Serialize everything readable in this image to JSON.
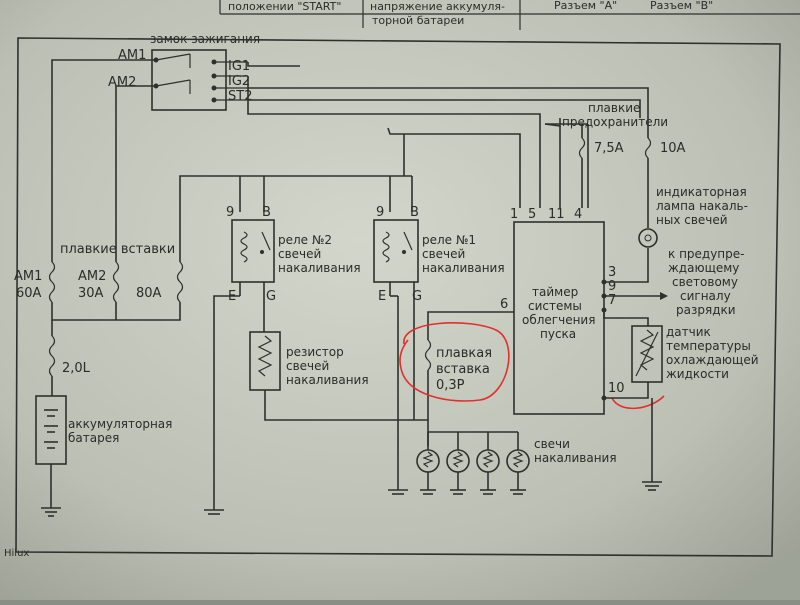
{
  "header": {
    "left": "положении \"START\"",
    "middle_1": "напряжение аккумуля-",
    "middle_2": "торной батареи",
    "conn_a": "Разъем \"A\"",
    "conn_b": "Разъем \"B\""
  },
  "ignition": {
    "title": "замок зажигания",
    "am1": "AM1",
    "am2": "AM2",
    "ig1": "IG1",
    "ig2": "IG2",
    "st2": "ST2"
  },
  "fuses": {
    "title_1": "плавкие",
    "title_2": "предохранители",
    "f1": "7,5A",
    "f2": "10A"
  },
  "fusible_links": {
    "title": "плавкие вставки",
    "am1_name": "AM1",
    "am1_value": "60A",
    "am2_name": "AM2",
    "am2_value": "30A",
    "third_value": "80A",
    "main_value": "2,0L"
  },
  "battery": {
    "label_1": "аккумуляторная",
    "label_2": "батарея"
  },
  "relay2": {
    "pin9": "9",
    "pinB": "B",
    "pinE": "E",
    "pinG": "G",
    "label_1": "реле №2",
    "label_2": "свечей",
    "label_3": "накаливания"
  },
  "relay1": {
    "pin9": "9",
    "pinB": "B",
    "pinE": "E",
    "pinG": "G",
    "label_1": "реле №1",
    "label_2": "свечей",
    "label_3": "накаливания"
  },
  "resistor": {
    "label_1": "резистор",
    "label_2": "свечей",
    "label_3": "накаливания"
  },
  "fusible_small": {
    "label_1": "плавкая",
    "label_2": "вставка",
    "label_3": "0,3P"
  },
  "timer": {
    "label_1": "таймер",
    "label_2": "системы",
    "label_3": "облегчения",
    "label_4": "пуска",
    "pin1": "1",
    "pin5": "5",
    "pin11": "11",
    "pin4": "4",
    "pin6": "6",
    "pin3": "3",
    "pin9": "9",
    "pin7": "7",
    "pin10": "10"
  },
  "lamp": {
    "label_1": "индикаторная",
    "label_2": "лампа накаль-",
    "label_3": "ных свечей"
  },
  "warning": {
    "label_1": "к предупре-",
    "label_2": "ждающему",
    "label_3": "световому",
    "label_4": "сигналу",
    "label_5": "разрядки"
  },
  "sensor": {
    "label_1": "датчик",
    "label_2": "температуры",
    "label_3": "охлаждающей",
    "label_4": "жидкости"
  },
  "plugs": {
    "label_1": "свечи",
    "label_2": "накаливания"
  },
  "footer": {
    "text": "Hilux"
  },
  "colors": {
    "page": "#c2c6ba",
    "ink": "#2e302d",
    "annotation": "#e0302c"
  }
}
